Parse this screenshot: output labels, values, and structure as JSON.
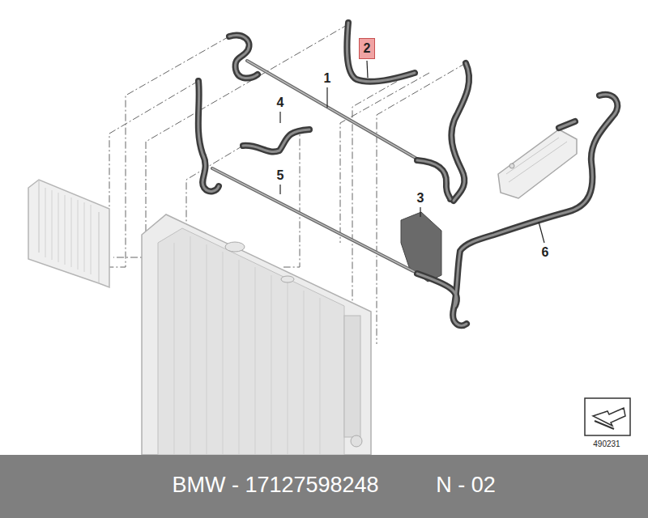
{
  "diagram": {
    "nodes": [
      {
        "text": [
          "2"
        ]
      },
      {
        "text": [
          "BMW - 17127598248",
          "N - 02"
        ]
      }
    ],
    "labels": [
      "1",
      "4",
      "5",
      "3",
      "6",
      "490231"
    ]
  }
}
